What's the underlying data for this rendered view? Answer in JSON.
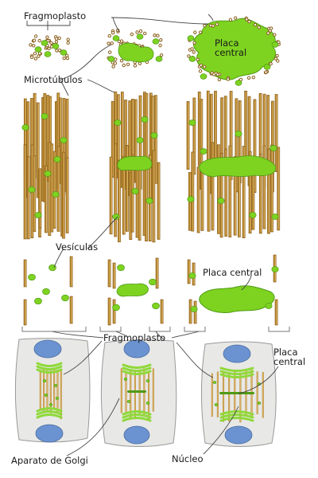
{
  "labels": {
    "fragmoplasto_top": "Fragmoplasto",
    "placa_central_top": "Placa\ncentral",
    "microtubulos": "Microtúbulos",
    "vesiculas": "Vesículas",
    "placa_central_mid": "Placa central",
    "fragmoplasto_mid": "Fragmoplasto",
    "placa_central_cell": "Placa\ncentral",
    "aparato_golgi": "Aparato de Golgi",
    "nucleo": "Núcleo"
  },
  "colors": {
    "microtubule": "#b8872e",
    "microtubule_dark": "#8a5f1c",
    "microtubule_light": "#dcb46a",
    "vesicle": "#7ed321",
    "vesicle_edge": "#4f9a14",
    "cell_fill": "#e8e8e6",
    "cell_edge": "#999999",
    "nucleus": "#6b93d1",
    "golgi": "#8fd93a",
    "leader": "#444444"
  }
}
